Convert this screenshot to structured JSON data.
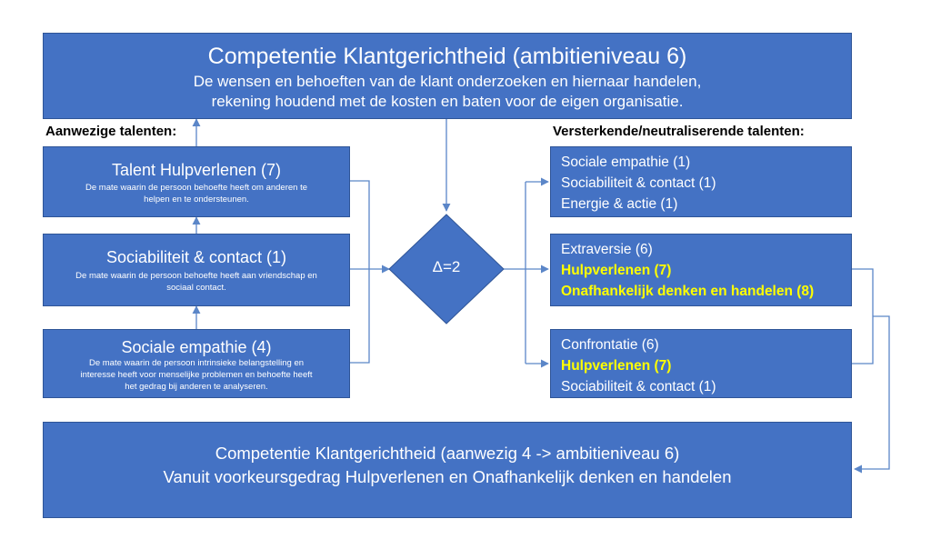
{
  "top_box": {
    "title": "Competentie Klantgerichtheid (ambitieniveau 6)",
    "line1": "De wensen en behoeften van de klant onderzoeken en hiernaar handelen,",
    "line2": "rekening houdend met de kosten en baten voor de eigen organisatie."
  },
  "left_header": "Aanwezige talenten:",
  "right_header": "Versterkende/neutraliserende talenten:",
  "left_boxes": [
    {
      "title": "Talent Hulpverlenen (7)",
      "desc1": "De mate waarin de persoon behoefte heeft om anderen te",
      "desc2": "helpen en te ondersteunen.",
      "desc3": ""
    },
    {
      "title": "Sociabiliteit & contact (1)",
      "desc1": "De mate waarin de persoon behoefte heeft aan vriendschap en",
      "desc2": "sociaal contact.",
      "desc3": ""
    },
    {
      "title": "Sociale empathie (4)",
      "desc1": "De mate waarin de persoon intrinsieke belangstelling en",
      "desc2": "interesse heeft voor menselijke problemen en behoefte heeft",
      "desc3": "het gedrag bij anderen te analyseren."
    }
  ],
  "diamond": {
    "label": "Δ=2"
  },
  "right_boxes": [
    {
      "lines": [
        "Sociale empathie (1)",
        "Sociabiliteit & contact (1)",
        "Energie & actie (1)"
      ]
    },
    {
      "lines": [
        "Extraversie (6)",
        "Hulpverlenen (7)",
        "Onafhankelijk denken en handelen (8)"
      ]
    },
    {
      "lines": [
        "Confrontatie (6)",
        "Hulpverlenen (7)",
        "Sociabiliteit & contact (1)"
      ]
    }
  ],
  "bottom_box": {
    "line1": "Competentie Klantgerichtheid (aanwezig 4 -> ambitieniveau 6)",
    "line2": "Vanuit voorkeursgedrag Hulpverlenen en Onafhankelijk denken en handelen"
  },
  "colors": {
    "box_fill": "#4472c4",
    "box_border": "#2f5597",
    "connector": "#5b86c8",
    "highlight": "#ffff00"
  }
}
